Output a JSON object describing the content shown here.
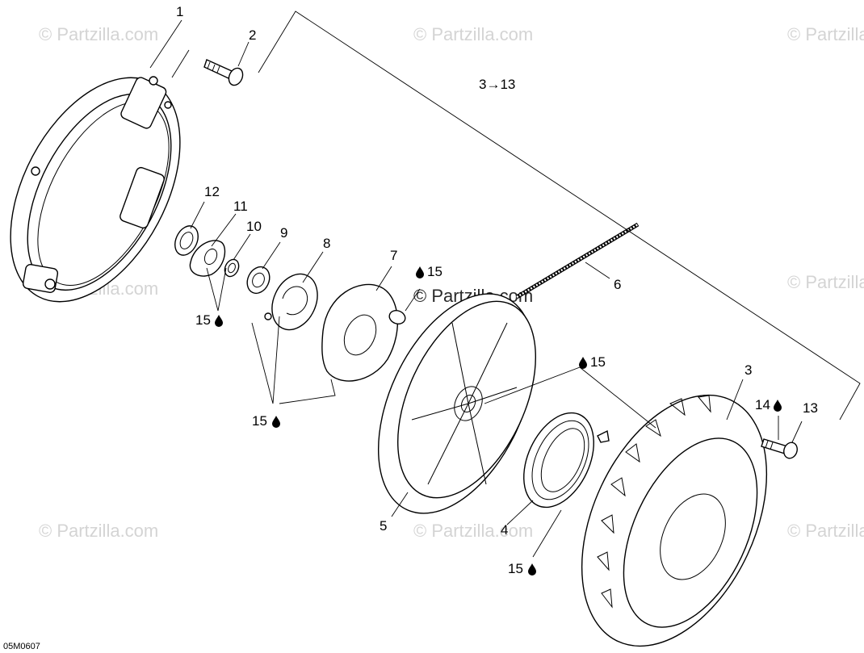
{
  "watermark": "© Partzilla.com",
  "diagram_code": "05M0607",
  "drop_icon": "grease-drop-icon",
  "callouts": {
    "c1": "1",
    "c2": "2",
    "c3_13": "3→13",
    "c12": "12",
    "c11": "11",
    "c10": "10",
    "c9": "9",
    "c8": "8",
    "c7": "7",
    "c15a": "15",
    "c6": "6",
    "c15b": "15",
    "c15c": "15",
    "c15d": "15",
    "c3": "3",
    "c14": "14",
    "c13": "13",
    "c5": "5",
    "c4": "4",
    "c15e": "15"
  }
}
